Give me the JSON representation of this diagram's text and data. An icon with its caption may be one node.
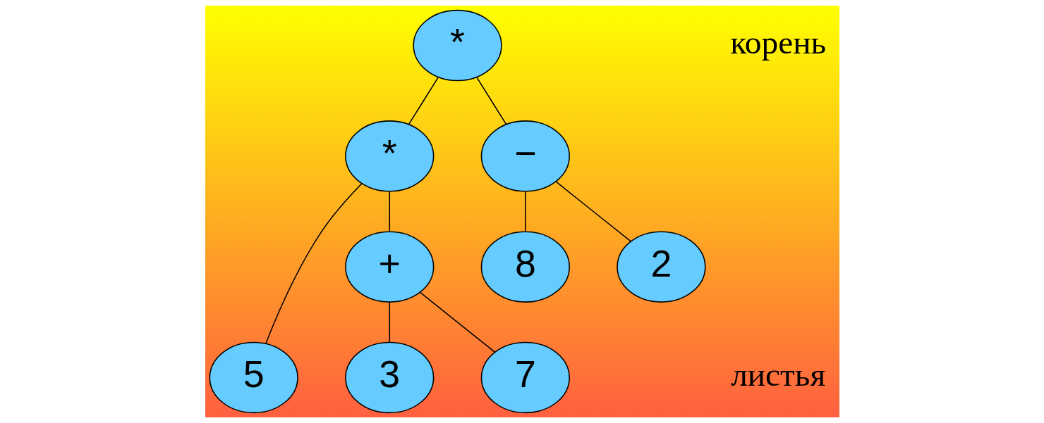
{
  "diagram": {
    "nodes": [
      {
        "text": [
          "*"
        ]
      },
      {
        "text": [
          "*"
        ]
      },
      {
        "text": [
          "−"
        ]
      },
      {
        "text": [
          "5"
        ]
      },
      {
        "text": [
          "+"
        ]
      },
      {
        "text": [
          "8"
        ]
      },
      {
        "text": [
          "2"
        ]
      },
      {
        "text": [
          "3"
        ]
      },
      {
        "text": [
          "7"
        ]
      }
    ],
    "edges": [
      {
        "from": 0,
        "to": 1,
        "arrow": "none"
      },
      {
        "from": 0,
        "to": 2,
        "arrow": "none"
      },
      {
        "from": 1,
        "to": 3,
        "arrow": "none"
      },
      {
        "from": 1,
        "to": 4,
        "arrow": "none"
      },
      {
        "from": 2,
        "to": 5,
        "arrow": "none"
      },
      {
        "from": 2,
        "to": 6,
        "arrow": "none"
      },
      {
        "from": 4,
        "to": 7,
        "arrow": "none"
      },
      {
        "from": 4,
        "to": 8,
        "arrow": "none"
      }
    ],
    "labels": [
      "корень",
      "листья"
    ]
  }
}
